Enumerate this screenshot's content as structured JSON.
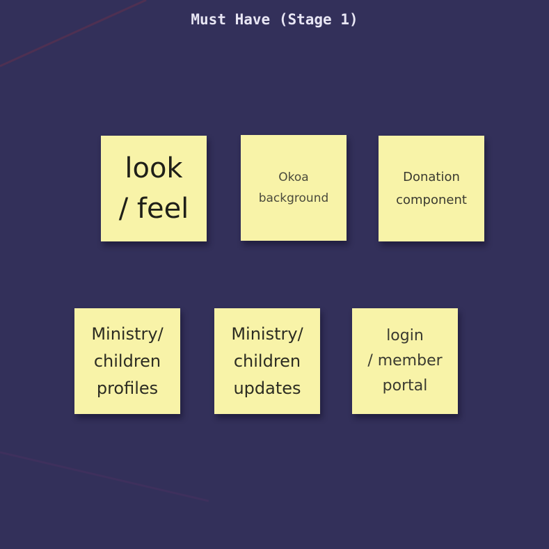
{
  "frame": {
    "title": "Must Have (Stage 1)"
  },
  "colors": {
    "background": "#33305a",
    "sticky": "#f8f3a8"
  },
  "notes": [
    {
      "text": "look\n/ feel"
    },
    {
      "text": "Okoa\nbackground"
    },
    {
      "text": "Donation\ncomponent"
    },
    {
      "text": "Ministry/\nchildren\nprofiles"
    },
    {
      "text": "Ministry/\nchildren\nupdates"
    },
    {
      "text": "login\n/ member\nportal"
    }
  ]
}
